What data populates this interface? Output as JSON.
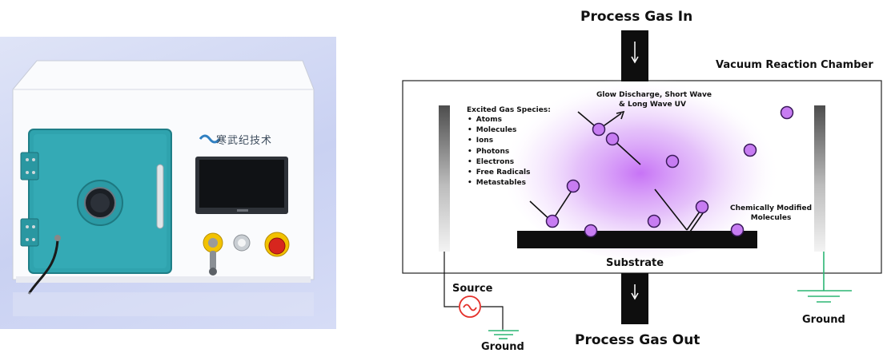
{
  "photo": {
    "brand_text": "寒武纪技术"
  },
  "diagram": {
    "process_gas_in": "Process Gas In",
    "process_gas_out": "Process Gas Out",
    "chamber_label": "Vacuum Reaction Chamber",
    "substrate_label": "Substrate",
    "source_label": "Source",
    "ground_left_label": "Ground",
    "ground_right_label": "Ground",
    "glow_label_line1": "Glow Discharge, Short Wave",
    "glow_label_line2": "& Long Wave UV",
    "species_title": "Excited Gas Species:",
    "species": [
      "Atoms",
      "Molecules",
      "Ions",
      "Photons",
      "Electrons",
      "Free Radicals",
      "Metastables"
    ],
    "modified_line1": "Chemically Modified",
    "modified_line2": "Molecules"
  },
  "colors": {
    "plasma": "#c46cf5",
    "molecule_fill": "#c77cf2",
    "molecule_stroke": "#3a1a5a",
    "ground_wire": "#2bb673",
    "source_ring": "#e4312b",
    "panel_teal": "#2fa3ae"
  }
}
